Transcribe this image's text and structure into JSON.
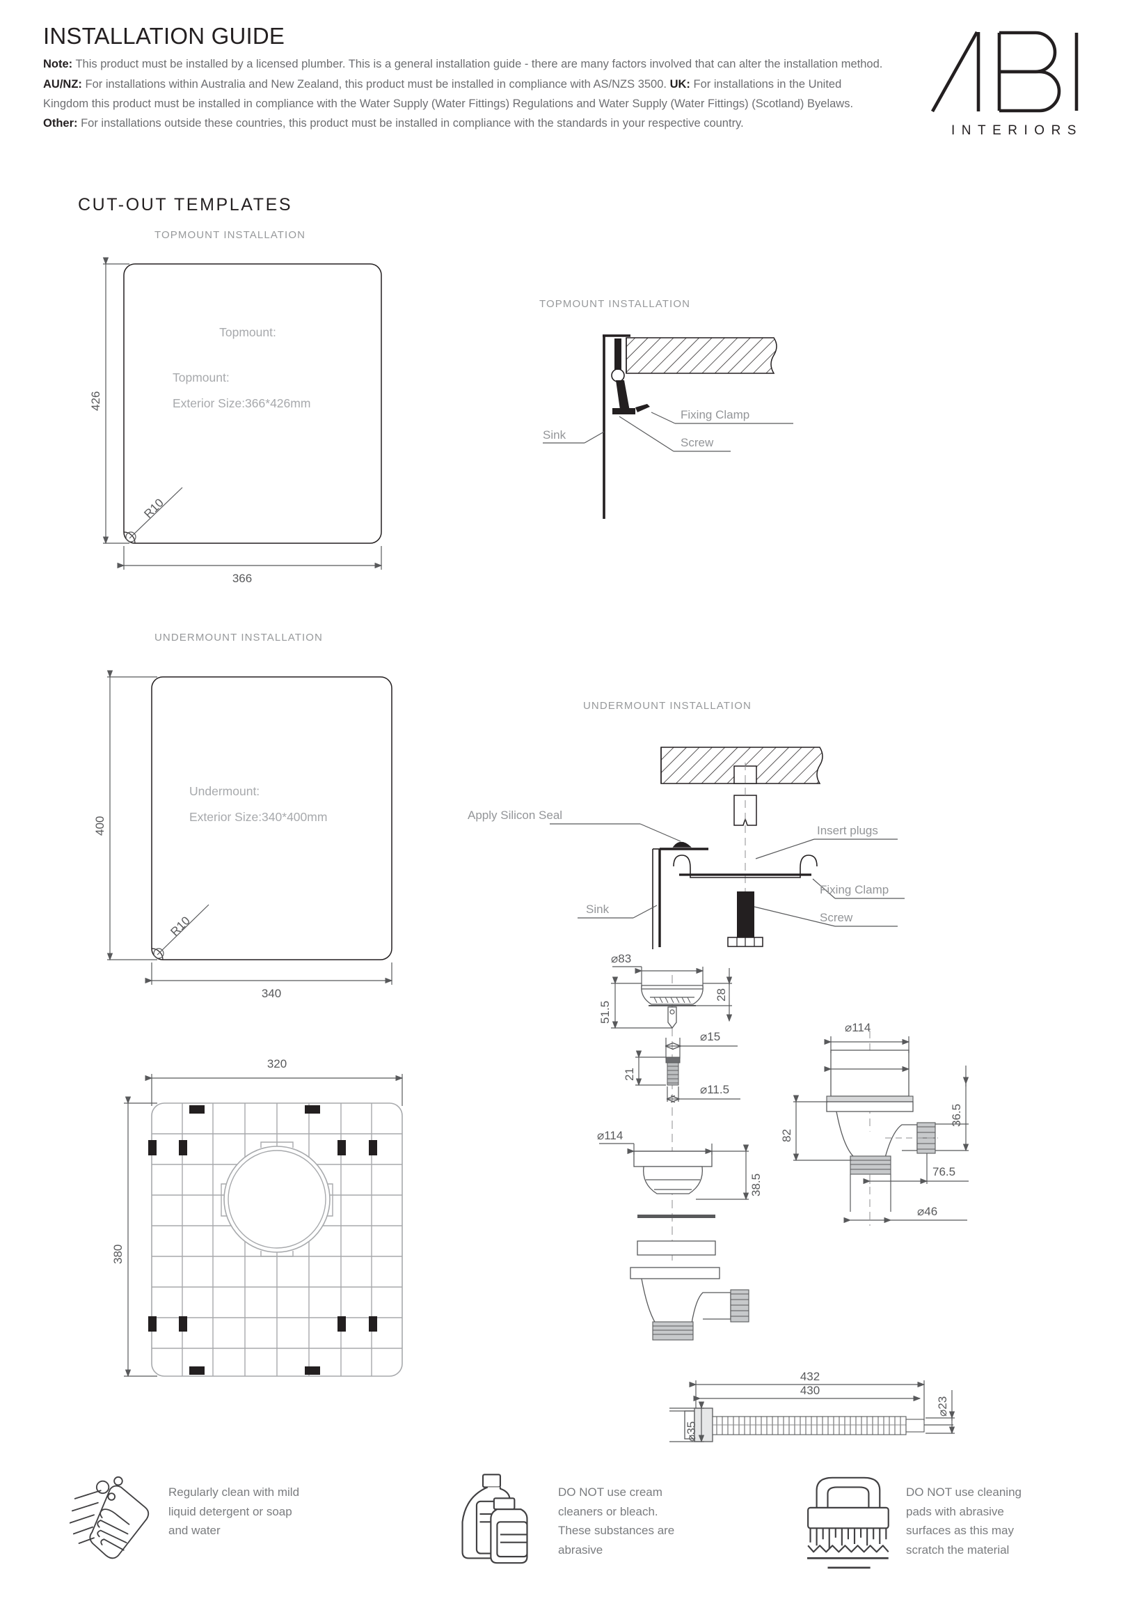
{
  "header": {
    "title": "INSTALLATION GUIDE",
    "note_label": "Note:",
    "note_text_1": " This product must be installed by a licensed plumber. This is a general installation guide - there are many factors involved that can alter the installation method. ",
    "aunz_label": "AU/NZ:",
    "aunz_text": " For installations within Australia and New Zealand, this product must be installed in compliance with AS/NZS 3500. ",
    "uk_label": "UK:",
    "uk_text": " For installations in the United Kingdom this product must be  installed in compliance with the Water Supply (Water Fittings) Regulations and Water Supply (Water Fittings) (Scotland) Byelaws. ",
    "other_label": "Other:",
    "other_text": " For installations outside these countries, this product must be installed in compliance with the standards in your respective country."
  },
  "logo": {
    "mark": "ABI",
    "subtitle": "INTERIORS"
  },
  "section": {
    "title": "CUT-OUT TEMPLATES"
  },
  "diagrams": {
    "topmount_template_title": "TOPMOUNT INSTALLATION",
    "topmount_section_title": "TOPMOUNT INSTALLATION",
    "undermount_template_title": "UNDERMOUNT INSTALLATION",
    "undermount_section_title": "UNDERMOUNT INSTALLATION"
  },
  "topmount_template": {
    "height_dim": "426",
    "width_dim": "366",
    "radius_dim": "R10",
    "label_line_0": "Topmount:",
    "label_line_1": "Topmount:",
    "label_line_2": "Exterior Size:366*426mm"
  },
  "undermount_template": {
    "height_dim": "400",
    "width_dim": "340",
    "radius_dim": "R10",
    "label_line_1": "Undermount:",
    "label_line_2": "Exterior Size:340*400mm"
  },
  "topmount_section": {
    "callouts": [
      "Sink",
      "Fixing Clamp",
      "Screw"
    ]
  },
  "undermount_section": {
    "callouts": [
      "Apply Silicon Seal",
      "Sink",
      "Insert plugs",
      "Fixing Clamp",
      "Screw"
    ]
  },
  "grid": {
    "width_dim": "320",
    "height_dim": "380"
  },
  "waste_parts": {
    "strainer_diameter": "Ø83",
    "strainer_total_height": "51.5",
    "strainer_basket_height": "28",
    "screw_length": "21",
    "screw_head_diameter": "Ø15",
    "screw_shaft_diameter": "Ø11.5",
    "flange_diameter": "Ø114",
    "body_height": "38.5",
    "assembly_flange_diameter": "Ø114",
    "assembly_total_height": "82",
    "assembly_outlet_height": "36.5",
    "assembly_outlet_offset": "76.5",
    "assembly_thread_diameter": "Ø46",
    "hose_length_outer": "432",
    "hose_length_inner": "430",
    "hose_diameter": "Ø23",
    "hose_nut_diameter": "Ø35"
  },
  "care": [
    {
      "icon": "hand-sponge-icon",
      "lines": [
        "Regularly clean with mild",
        "liquid detergent or soap",
        "and water"
      ]
    },
    {
      "icon": "cleaner-bottles-icon",
      "lines": [
        "DO NOT use cream",
        "cleaners or bleach.",
        "These substances are",
        "abrasive"
      ]
    },
    {
      "icon": "scrub-brush-icon",
      "lines": [
        "DO NOT use cleaning",
        "pads with abrasive",
        "surfaces as this may",
        "scratch the material"
      ]
    }
  ],
  "colors": {
    "ink": "#231f20",
    "body_text": "#6d6e71",
    "light_text": "#97999b",
    "line": "#58595b",
    "hatch": "#231f20"
  }
}
